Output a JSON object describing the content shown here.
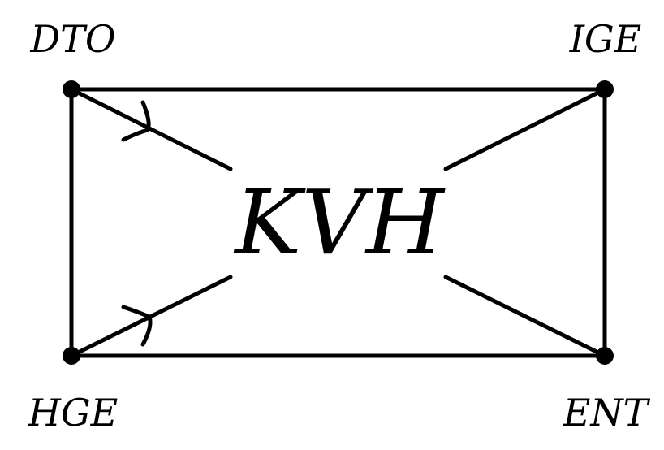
{
  "colors": {
    "stroke": "#000000",
    "background": "#ffffff"
  },
  "nodes": {
    "top_left": {
      "label": "DTO"
    },
    "top_right": {
      "label": "IGE"
    },
    "bottom_left": {
      "label": "HGE"
    },
    "bottom_right": {
      "label": "ENT"
    }
  },
  "center": {
    "label": "KVH"
  }
}
